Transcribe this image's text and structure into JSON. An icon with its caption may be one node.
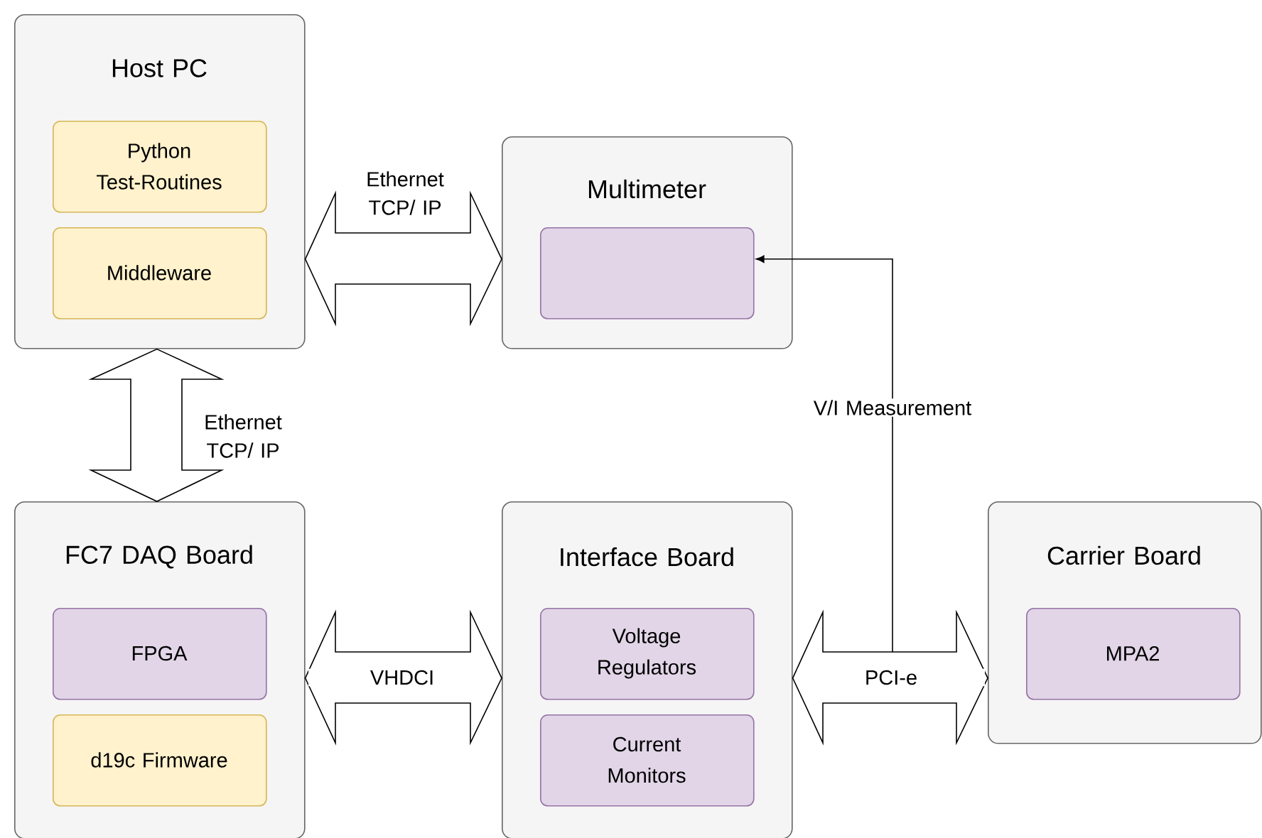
{
  "diagram": {
    "nodes": [
      {
        "text": [
          "Host PC"
        ]
      },
      {
        "text": [
          "Python Test-Routines"
        ],
        "in": 0
      },
      {
        "text": [
          "Middleware"
        ],
        "in": 0
      },
      {
        "text": [
          "Multimeter"
        ]
      },
      {
        "text": [],
        "shape": "box",
        "in": 3
      },
      {
        "text": [
          "FC7 DAQ Board"
        ]
      },
      {
        "text": [
          "FPGA"
        ],
        "in": 5
      },
      {
        "text": [
          "d19c Firmware"
        ],
        "in": 5
      },
      {
        "text": [
          "Interface Board"
        ]
      },
      {
        "text": [
          "Voltage Regulators"
        ],
        "in": 8
      },
      {
        "text": [
          "Current Monitors"
        ],
        "in": 8
      },
      {
        "text": [
          "Carrier Board"
        ]
      },
      {
        "text": [
          "MPA2"
        ],
        "in": 11
      }
    ],
    "edges": [
      {
        "from": 0,
        "to": 3,
        "arrow": "both",
        "label": "Ethernet TCP/ IP"
      },
      {
        "from": 0,
        "to": 5,
        "arrow": "both",
        "label": "Ethernet TCP/ IP"
      },
      {
        "from": 5,
        "to": 8,
        "arrow": "both",
        "label": "VHDCI"
      },
      {
        "from": 8,
        "to": 11,
        "arrow": "both",
        "label": "PCI-e"
      },
      {
        "from": null,
        "to": 4,
        "arrow": "to",
        "label": "V/I Measurement"
      }
    ]
  }
}
